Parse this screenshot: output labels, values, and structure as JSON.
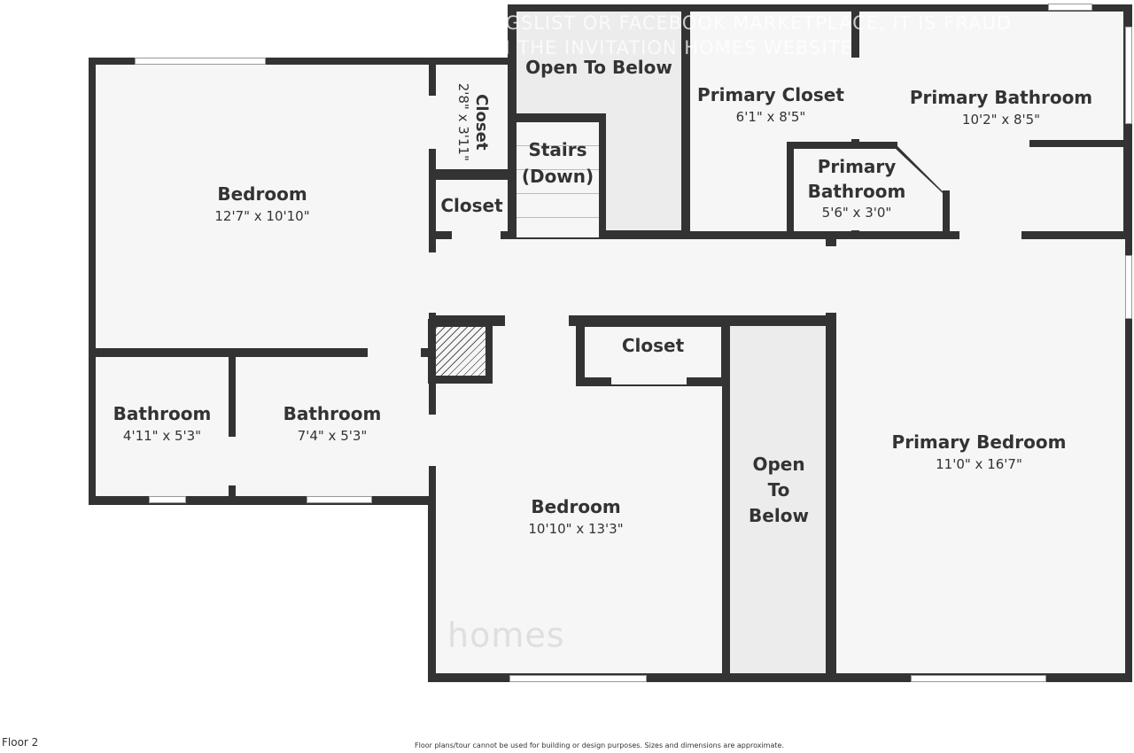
{
  "floor_label": "Floor 2",
  "disclaimer": "Floor plans/tour cannot be used for building or design purposes. Sizes and dimensions are approximate.",
  "watermark": {
    "line1": "AIGSLIST OR FACEBOOK MARKETPLACE, IT IS FRAUD",
    "line2": "N THE INVITATION HOMES WEBSITE",
    "logo": "homes"
  },
  "rooms": {
    "bedroom1": {
      "name": "Bedroom",
      "dim": "12'7\" x 10'10\""
    },
    "closet_small": {
      "name": "Closet",
      "dim": "2'8\" x 3'11\""
    },
    "closet_hall": {
      "name": "Closet"
    },
    "open_to_below_top": {
      "name": "Open To Below"
    },
    "stairs": {
      "name": "Stairs (Down)"
    },
    "primary_closet": {
      "name": "Primary Closet",
      "dim": "6'1\" x 8'5\""
    },
    "primary_bathroom": {
      "name": "Primary Bathroom",
      "dim": "10'2\" x 8'5\""
    },
    "primary_bathroom_small": {
      "name": "Primary Bathroom",
      "dim": "5'6\" x 3'0\""
    },
    "bathroom1": {
      "name": "Bathroom",
      "dim": "4'11\" x 5'3\""
    },
    "bathroom2": {
      "name": "Bathroom",
      "dim": "7'4\" x 5'3\""
    },
    "closet_bedroom2": {
      "name": "Closet"
    },
    "bedroom2": {
      "name": "Bedroom",
      "dim": "10'10\" x 13'3\""
    },
    "open_to_below_mid": {
      "name": "Open To Below"
    },
    "primary_bedroom": {
      "name": "Primary Bedroom",
      "dim": "11'0\" x 16'7\""
    }
  }
}
